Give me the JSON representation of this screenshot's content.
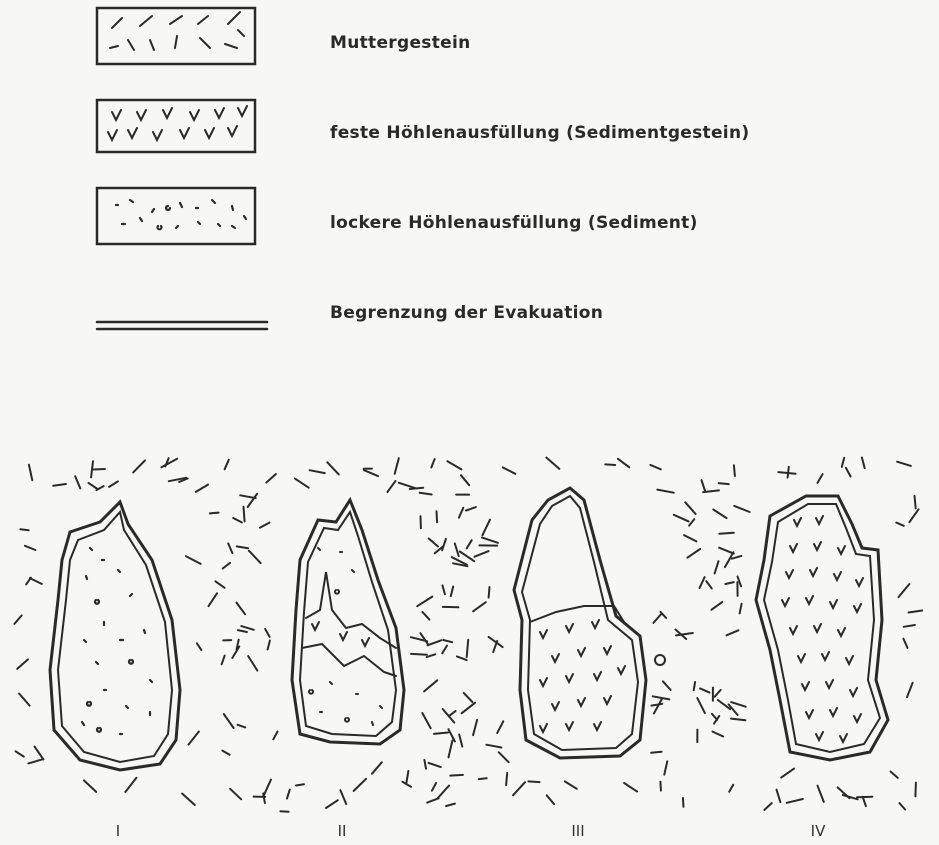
{
  "legend": {
    "items": [
      {
        "key": "muttergestein",
        "label": "Muttergestein"
      },
      {
        "key": "feste",
        "label": "feste Höhlenausfüllung (Sedimentgestein)"
      },
      {
        "key": "lockere",
        "label": "lockere Höhlenausfüllung (Sediment)"
      },
      {
        "key": "begrenzung",
        "label": "Begrenzung der Evakuation"
      }
    ]
  },
  "figures": [
    {
      "numeral": "I",
      "fill": "lockere"
    },
    {
      "numeral": "II",
      "fill": "lockere über feste, feste, lockere"
    },
    {
      "numeral": "III",
      "fill": "leer über feste"
    },
    {
      "numeral": "IV",
      "fill": "feste"
    }
  ],
  "colors": {
    "ink": "#2a2a2a",
    "paper": "#f7f7f5"
  }
}
